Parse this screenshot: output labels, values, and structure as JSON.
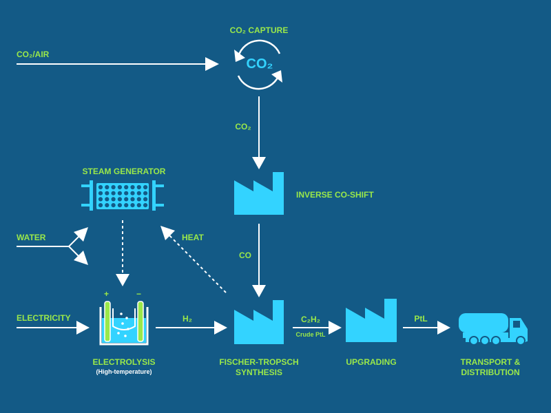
{
  "inputs": {
    "co2_air": "CO₂/AIR",
    "water": "WATER",
    "electricity": "ELECTRICITY"
  },
  "nodes": {
    "co2_capture": {
      "label": "CO₂ CAPTURE",
      "icon_text": "CO₂"
    },
    "steam_generator": {
      "label": "STEAM GENERATOR"
    },
    "inverse_co_shift": {
      "label": "INVERSE CO-SHIFT"
    },
    "electrolysis": {
      "label": "ELECTROLYSIS",
      "sublabel": "(High-temperature)",
      "plus": "+",
      "minus": "−"
    },
    "fischer_tropsch": {
      "label_line1": "FISCHER-TROPSCH",
      "label_line2": "SYNTHESIS"
    },
    "upgrading": {
      "label": "UPGRADING"
    },
    "transport": {
      "label_line1": "TRANSPORT &",
      "label_line2": "DISTRIBUTION"
    }
  },
  "flows": {
    "co2": "CO₂",
    "co": "CO",
    "heat": "HEAT",
    "h2": "H₂",
    "c2h2": "C₂H₂",
    "crude_ptl": "Crude PtL",
    "ptl": "PtL"
  },
  "colors": {
    "background": "#135a86",
    "accent_green": "#9ae84a",
    "icon_cyan": "#33d3ff",
    "arrow_white": "#ffffff"
  }
}
